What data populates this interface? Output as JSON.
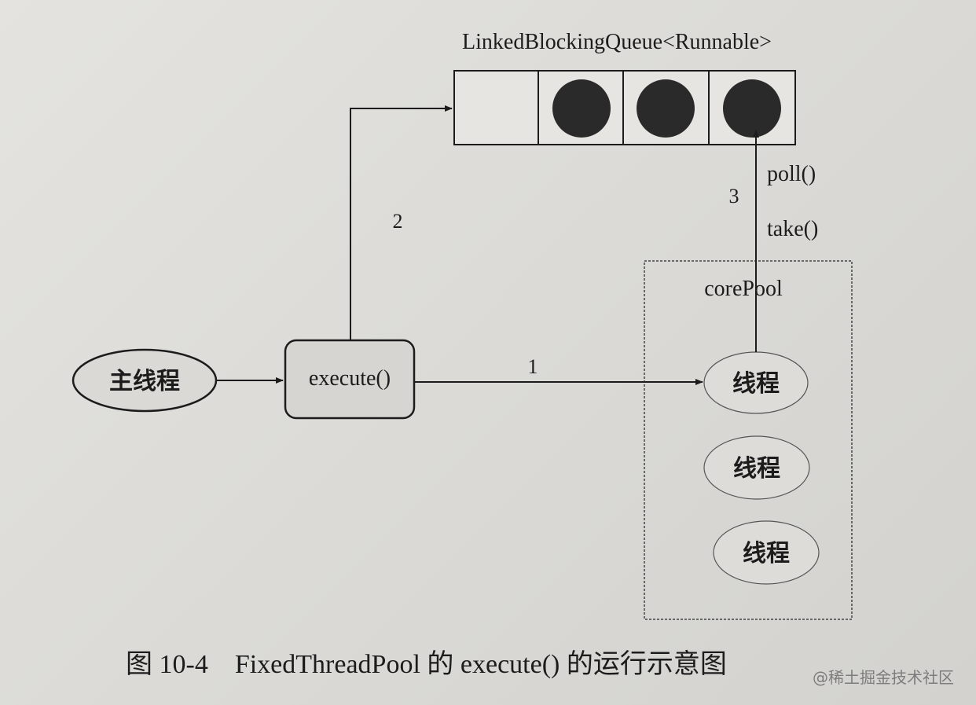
{
  "diagram": {
    "queue_label": "LinkedBlockingQueue<Runnable>",
    "main_thread_label": "主线程",
    "execute_label": "execute()",
    "core_pool_label": "corePool",
    "thread_labels": [
      "线程",
      "线程",
      "线程"
    ],
    "step_labels": [
      "1",
      "2",
      "3"
    ],
    "poll_label": "poll()",
    "take_label": "take()",
    "queue_slot_count": 4,
    "queue_filled_slots": 3
  },
  "caption": "图 10-4　FixedThreadPool 的 execute() 的运行示意图",
  "watermark": "@稀土掘金技术社区",
  "colors": {
    "ink": "#1c1c1c",
    "task": "#2a2a2a",
    "box_fill": "#d8d7d3",
    "dashed": "#444444"
  }
}
